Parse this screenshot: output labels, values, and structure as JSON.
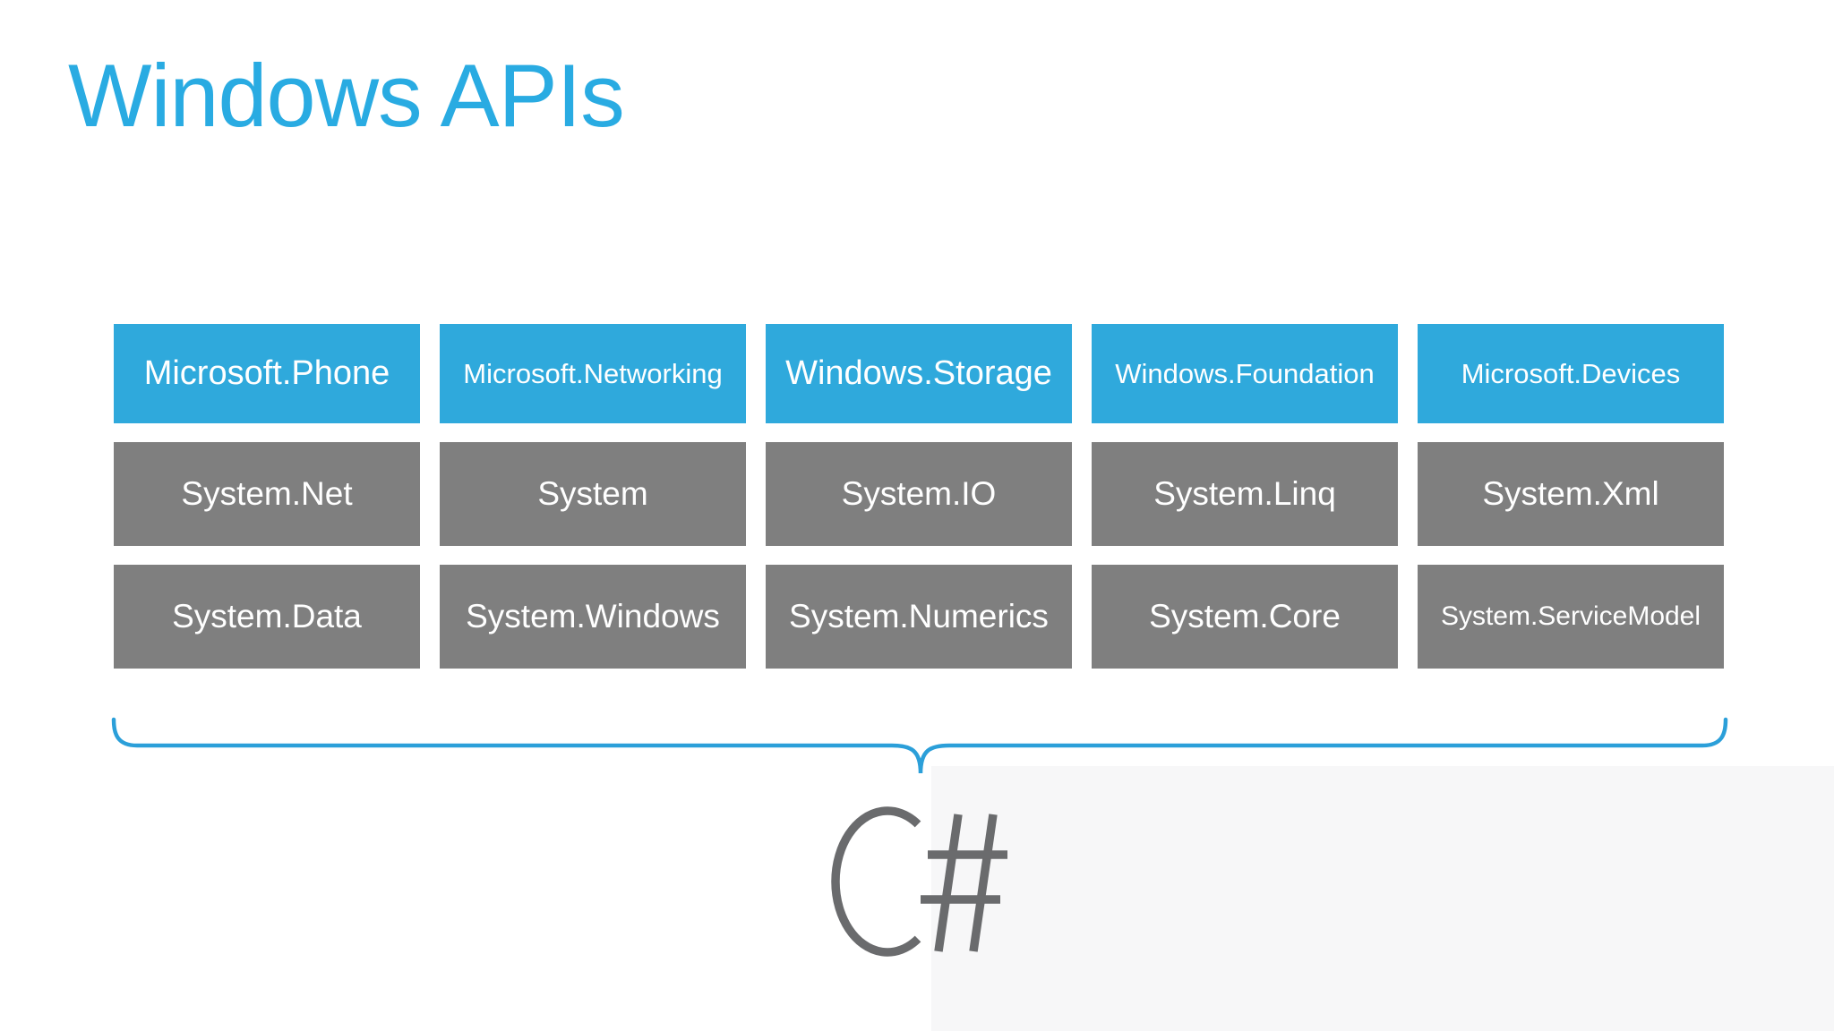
{
  "title": "Windows APIs",
  "csharp": {
    "label": "C#"
  },
  "api_grid": {
    "rows": [
      {
        "style": "blue",
        "boxes": [
          "Microsoft.Phone",
          "Microsoft.Networking",
          "Windows.Storage",
          "Windows.Foundation",
          "Microsoft.Devices"
        ]
      },
      {
        "style": "gray",
        "boxes": [
          "System.Net",
          "System",
          "System.IO",
          "System.Linq",
          "System.Xml"
        ]
      },
      {
        "style": "gray",
        "boxes": [
          "System.Data",
          "System.Windows",
          "System.Numerics",
          "System.Core",
          "System.ServiceModel"
        ]
      }
    ]
  },
  "colors": {
    "background": "#FFFFFF",
    "title_blue": "#29ABE2",
    "box_blue": "#2FA9DC",
    "box_gray": "#7F7F7F",
    "box_text": "#FFFFFF",
    "brace_blue": "#2B9FD9",
    "csharp_gray": "#6A6B6D",
    "panel_gray": "#F7F7F8"
  }
}
